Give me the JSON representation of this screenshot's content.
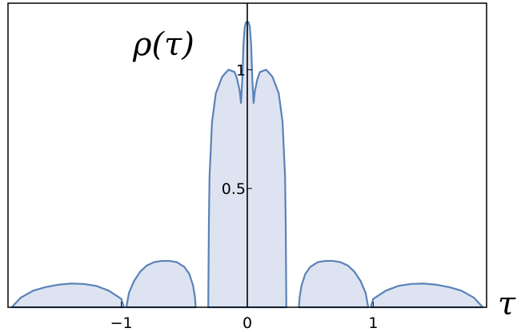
{
  "chart_data": {
    "type": "area",
    "title": "",
    "xlabel": "τ",
    "ylabel": "ρ(τ)",
    "xlim": [
      -1.9,
      1.9
    ],
    "ylim": [
      0,
      1.28
    ],
    "x_ticks": [
      {
        "value": -1,
        "label": "−1"
      },
      {
        "value": 0,
        "label": "0"
      },
      {
        "value": 1,
        "label": "1"
      }
    ],
    "y_ticks": [
      {
        "value": 0.5,
        "label": "0.5"
      },
      {
        "value": 1,
        "label": "1"
      }
    ],
    "grid": false,
    "line_color": "#5a82b8",
    "fill_color": "#dde3f1",
    "series": [
      {
        "lobes": [
          {
            "x": [
              -1.87,
              -1.8,
              -1.7,
              -1.6,
              -1.5,
              -1.4,
              -1.3,
              -1.2,
              -1.1,
              -1.0,
              -0.98
            ],
            "y": [
              0,
              0.04,
              0.07,
              0.085,
              0.095,
              0.1,
              0.098,
              0.09,
              0.07,
              0.035,
              0
            ]
          },
          {
            "x": [
              -0.96,
              -0.94,
              -0.9,
              -0.85,
              -0.8,
              -0.74,
              -0.68,
              -0.62,
              -0.56,
              -0.5,
              -0.46,
              -0.43,
              -0.415,
              -0.41
            ],
            "y": [
              0,
              0.06,
              0.11,
              0.15,
              0.175,
              0.19,
              0.195,
              0.195,
              0.19,
              0.17,
              0.14,
              0.09,
              0.04,
              0
            ]
          },
          {
            "x": [
              -0.31,
              -0.305,
              -0.3,
              -0.28,
              -0.25,
              -0.2,
              -0.15,
              -0.1,
              -0.08,
              -0.06,
              -0.05,
              -0.04,
              -0.03,
              -0.02,
              -0.01,
              0,
              0.01,
              0.02,
              0.03,
              0.04,
              0.05,
              0.06,
              0.08,
              0.1,
              0.15,
              0.2,
              0.25,
              0.28,
              0.3,
              0.305,
              0.31
            ],
            "y": [
              0,
              0.35,
              0.55,
              0.78,
              0.9,
              0.97,
              1.0,
              0.99,
              0.96,
              0.91,
              0.86,
              0.96,
              1.11,
              1.18,
              1.2,
              1.2,
              1.2,
              1.18,
              1.11,
              0.96,
              0.86,
              0.91,
              0.96,
              0.99,
              1.0,
              0.97,
              0.9,
              0.78,
              0.55,
              0.35,
              0
            ]
          },
          {
            "x": [
              0.41,
              0.415,
              0.43,
              0.46,
              0.5,
              0.56,
              0.62,
              0.68,
              0.74,
              0.8,
              0.85,
              0.9,
              0.94,
              0.96
            ],
            "y": [
              0,
              0.04,
              0.09,
              0.14,
              0.17,
              0.19,
              0.195,
              0.195,
              0.19,
              0.175,
              0.15,
              0.11,
              0.06,
              0
            ]
          },
          {
            "x": [
              0.98,
              1.0,
              1.1,
              1.2,
              1.3,
              1.4,
              1.5,
              1.6,
              1.7,
              1.8,
              1.87
            ],
            "y": [
              0,
              0.035,
              0.07,
              0.09,
              0.098,
              0.1,
              0.095,
              0.085,
              0.07,
              0.04,
              0
            ]
          }
        ]
      }
    ]
  }
}
